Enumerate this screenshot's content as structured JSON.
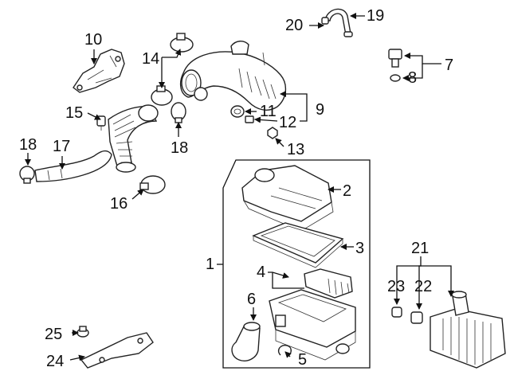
{
  "callouts": {
    "c1": "1",
    "c2": "2",
    "c3": "3",
    "c4": "4",
    "c5": "5",
    "c6": "6",
    "c7": "7",
    "c8": "8",
    "c9": "9",
    "c10": "10",
    "c11": "11",
    "c12": "12",
    "c13": "13",
    "c14": "14",
    "c15": "15",
    "c16": "16",
    "c17": "17",
    "c18a": "18",
    "c18b": "18",
    "c19": "19",
    "c20": "20",
    "c21": "21",
    "c22": "22",
    "c23": "23",
    "c24": "24",
    "c25": "25"
  }
}
